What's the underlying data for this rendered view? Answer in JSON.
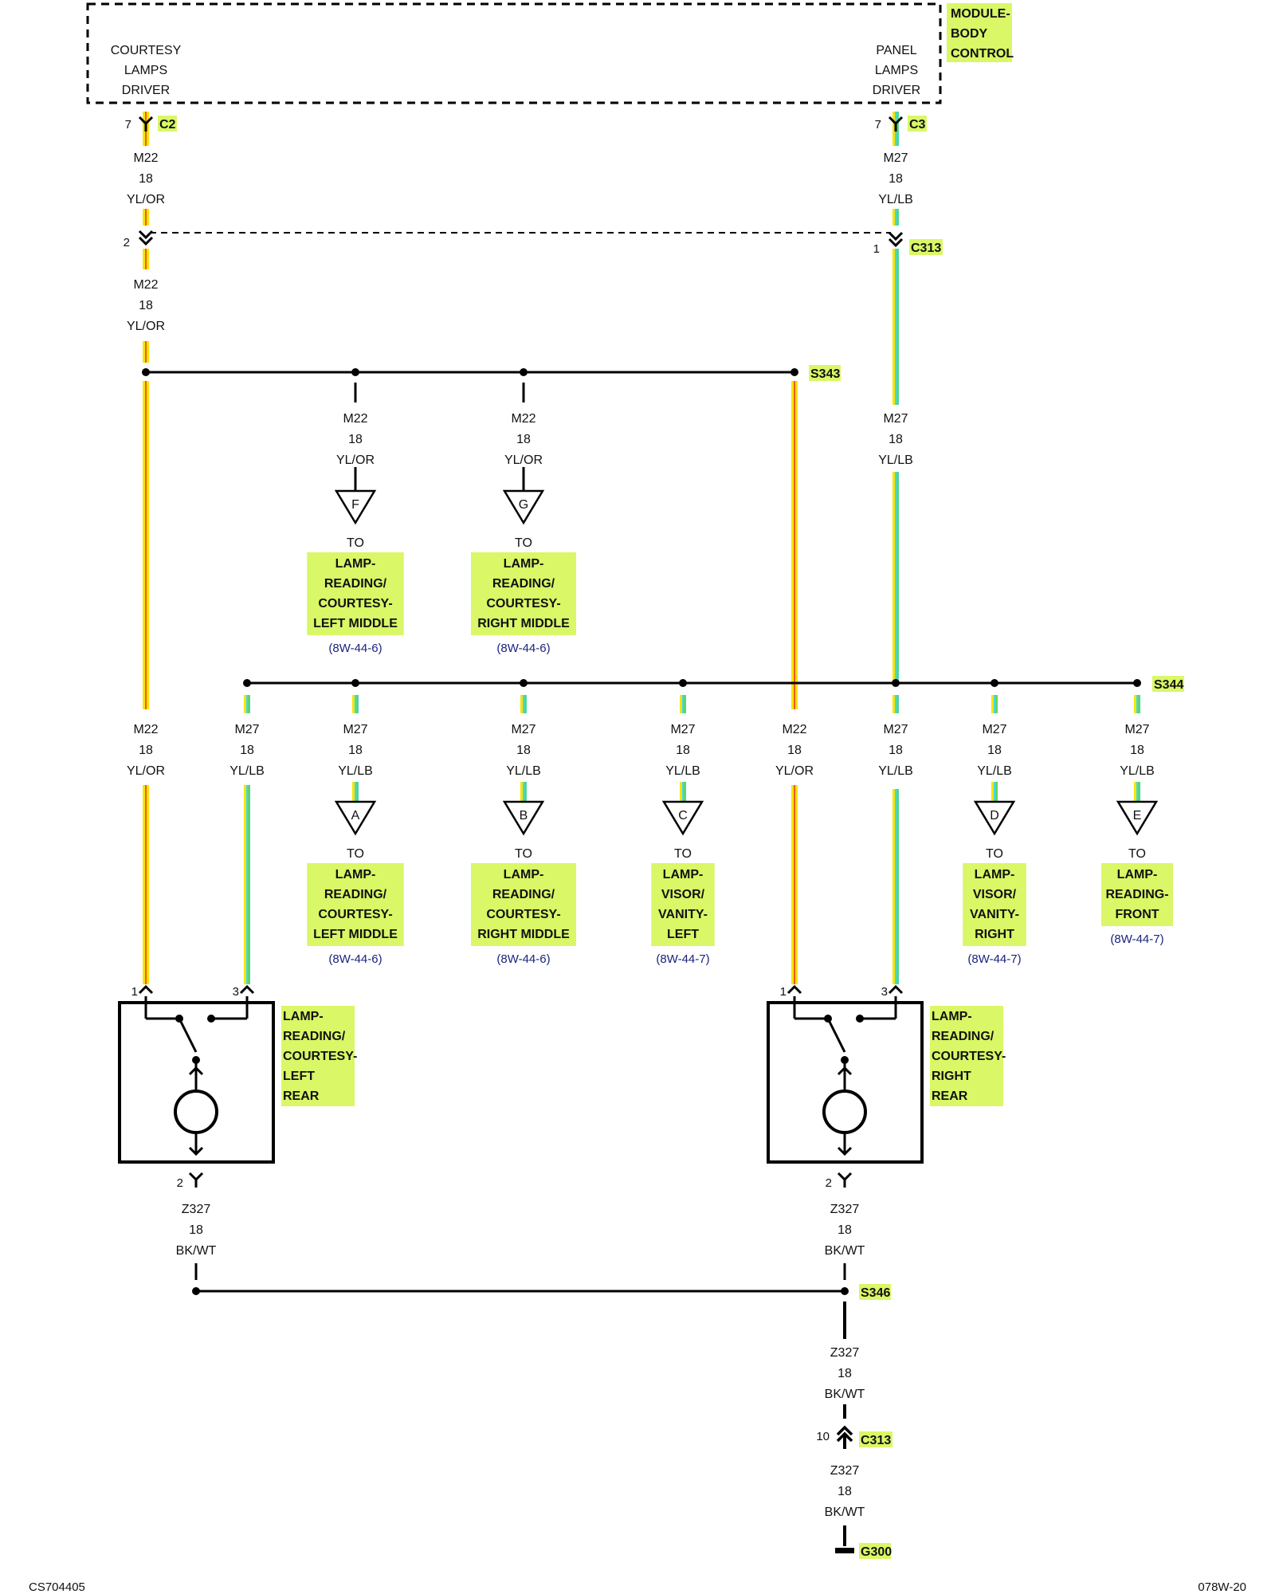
{
  "module": {
    "name": [
      "MODULE-",
      "BODY",
      "CONTROL"
    ],
    "left_driver": [
      "COURTESY",
      "LAMPS",
      "DRIVER"
    ],
    "right_driver": [
      "PANEL",
      "LAMPS",
      "DRIVER"
    ]
  },
  "connectors": {
    "c2": {
      "pin": "7",
      "name": "C2"
    },
    "c3": {
      "pin": "7",
      "name": "C3"
    },
    "c313_left_pin": "2",
    "c313_right": {
      "pin": "1",
      "name": "C313"
    },
    "c313_bottom": {
      "pin": "10",
      "name": "C313"
    }
  },
  "splices": {
    "s343": "S343",
    "s344": "S344",
    "s346": "S346",
    "g300": "G300"
  },
  "wires": {
    "m22": {
      "circuit": "M22",
      "gauge": "18",
      "color": "YL/OR"
    },
    "m27": {
      "circuit": "M27",
      "gauge": "18",
      "color": "YL/LB"
    },
    "z327": {
      "circuit": "Z327",
      "gauge": "18",
      "color": "BK/WT"
    }
  },
  "to_label": "TO",
  "refs_top": [
    {
      "letter": "F",
      "dest": [
        "LAMP-",
        "READING/",
        "COURTESY-",
        "LEFT MIDDLE"
      ],
      "ref": "(8W-44-6)"
    },
    {
      "letter": "G",
      "dest": [
        "LAMP-",
        "READING/",
        "COURTESY-",
        "RIGHT MIDDLE"
      ],
      "ref": "(8W-44-6)"
    }
  ],
  "refs_bottom": [
    {
      "letter": "A",
      "dest": [
        "LAMP-",
        "READING/",
        "COURTESY-",
        "LEFT MIDDLE"
      ],
      "ref": "(8W-44-6)"
    },
    {
      "letter": "B",
      "dest": [
        "LAMP-",
        "READING/",
        "COURTESY-",
        "RIGHT MIDDLE"
      ],
      "ref": "(8W-44-6)"
    },
    {
      "letter": "C",
      "dest": [
        "LAMP-",
        "VISOR/",
        "VANITY-",
        "LEFT"
      ],
      "ref": "(8W-44-7)"
    },
    {
      "letter": "D",
      "dest": [
        "LAMP-",
        "VISOR/",
        "VANITY-",
        "RIGHT"
      ],
      "ref": "(8W-44-7)"
    },
    {
      "letter": "E",
      "dest": [
        "LAMP-",
        "READING-",
        "FRONT"
      ],
      "ref": "(8W-44-7)"
    }
  ],
  "lamps": {
    "left": {
      "name": [
        "LAMP-",
        "READING/",
        "COURTESY-",
        "LEFT",
        "REAR"
      ],
      "pin_in_1": "1",
      "pin_in_3": "3",
      "pin_out": "2"
    },
    "right": {
      "name": [
        "LAMP-",
        "READING/",
        "COURTESY-",
        "RIGHT",
        "REAR"
      ],
      "pin_in_1": "1",
      "pin_in_3": "3",
      "pin_out": "2"
    }
  },
  "footer": {
    "left": "CS704405",
    "right": "078W-20"
  },
  "colors": {
    "yellow": "#f7e400",
    "orange": "#f05a1e",
    "light_blue": "#43d7e8",
    "green": "#5fd64a",
    "highlight": "#d9f766"
  }
}
